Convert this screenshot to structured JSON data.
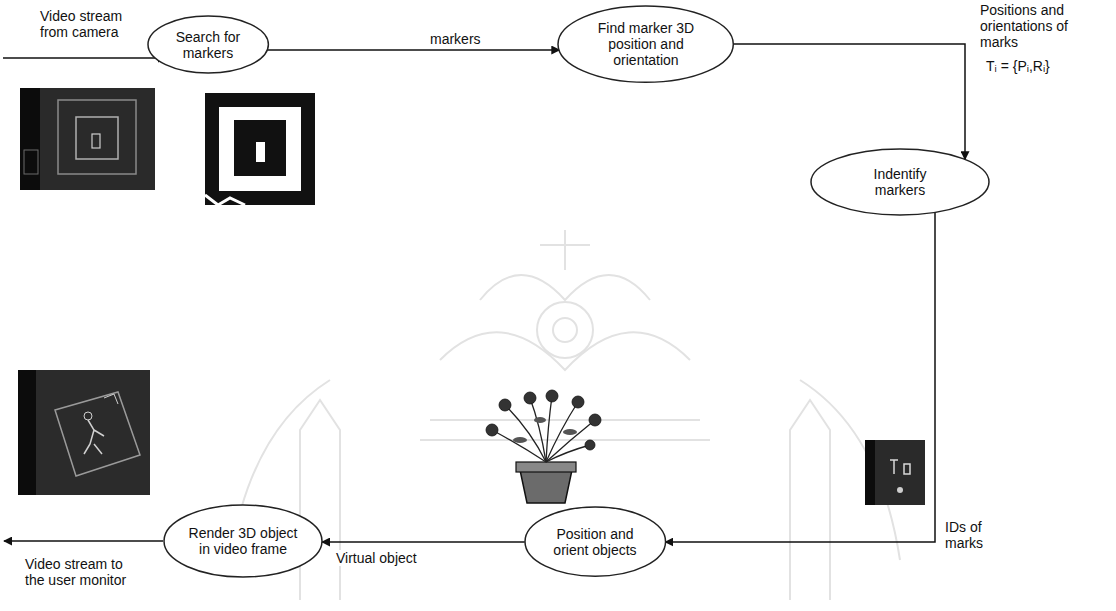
{
  "diagram": {
    "nodes": [
      {
        "text": [
          "Search for markers"
        ]
      },
      {
        "text": [
          "Find marker 3D position and orientation"
        ]
      },
      {
        "text": [
          "Indentify markers"
        ]
      },
      {
        "text": [
          "Position and orient objects"
        ]
      },
      {
        "text": [
          "Render 3D object in video frame"
        ]
      }
    ],
    "edges": [
      {
        "from": 0,
        "to": 1,
        "arrow": "to",
        "label": "markers"
      },
      {
        "from": 1,
        "to": 2,
        "arrow": "to",
        "label": "Positions and orientations of marks"
      },
      {
        "from": 2,
        "to": 3,
        "arrow": "to",
        "label": "IDs of marks"
      },
      {
        "from": 3,
        "to": 4,
        "arrow": "to",
        "label": "Virtual object"
      }
    ],
    "labels": [
      "Video stream from camera",
      "Tᵢ = {Pᵢ,Rᵢ}",
      "Video stream to the user monitor"
    ]
  }
}
